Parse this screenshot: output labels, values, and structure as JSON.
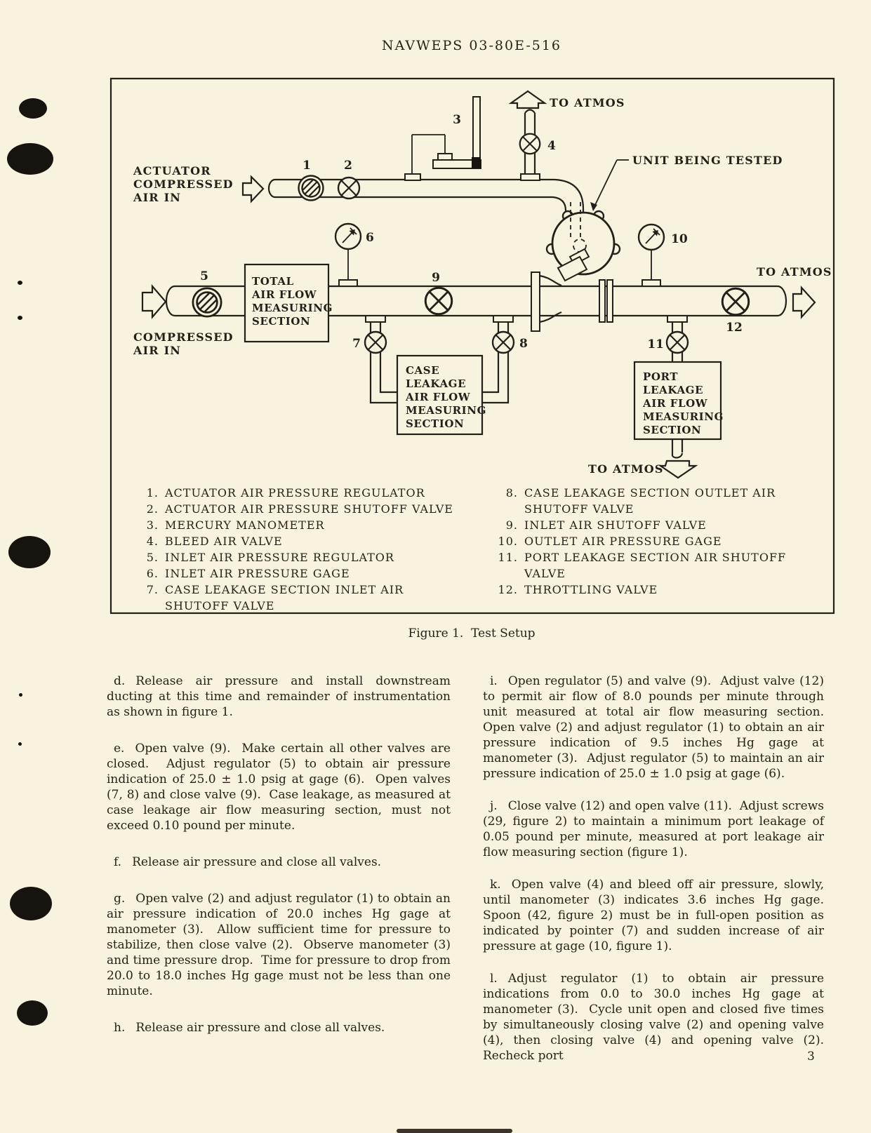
{
  "colors": {
    "paper": "#f8f3de",
    "ink": "#262219"
  },
  "header": {
    "doc_number": "NAVWEPS 03-80E-516"
  },
  "figure": {
    "caption": "Figure 1.  Test Setup",
    "diagram": {
      "to_atmos_top": "TO ATMOS",
      "to_atmos_right": "TO ATMOS",
      "to_atmos_bottom": "TO ATMOS",
      "unit_being_tested": "UNIT BEING TESTED",
      "actuator_air_in": [
        "ACTUATOR",
        "COMPRESSED",
        "AIR IN"
      ],
      "compressed_air_in": [
        "COMPRESSED",
        "AIR IN"
      ],
      "total_box": [
        "TOTAL",
        "AIR FLOW",
        "MEASURING",
        "SECTION"
      ],
      "case_box": [
        "CASE",
        "LEAKAGE",
        "AIR FLOW",
        "MEASURING",
        "SECTION"
      ],
      "port_box": [
        "PORT",
        "LEAKAGE",
        "AIR FLOW",
        "MEASURING",
        "SECTION"
      ],
      "callouts": {
        "n1": "1",
        "n2": "2",
        "n3": "3",
        "n4": "4",
        "n5": "5",
        "n6": "6",
        "n7": "7",
        "n8": "8",
        "n9": "9",
        "n10": "10",
        "n11": "11",
        "n12": "12"
      }
    },
    "legend_left": [
      {
        "num": "1.",
        "text": "ACTUATOR AIR PRESSURE REGULATOR"
      },
      {
        "num": "2.",
        "text": "ACTUATOR AIR PRESSURE SHUTOFF VALVE"
      },
      {
        "num": "3.",
        "text": "MERCURY MANOMETER"
      },
      {
        "num": "4.",
        "text": "BLEED AIR VALVE"
      },
      {
        "num": "5.",
        "text": "INLET AIR PRESSURE REGULATOR"
      },
      {
        "num": "6.",
        "text": "INLET AIR PRESSURE GAGE"
      },
      {
        "num": "7.",
        "text": "CASE LEAKAGE SECTION INLET AIR SHUTOFF VALVE"
      }
    ],
    "legend_right": [
      {
        "num": "8.",
        "text": "CASE LEAKAGE SECTION OUTLET AIR SHUTOFF VALVE"
      },
      {
        "num": "9.",
        "text": "INLET AIR SHUTOFF VALVE"
      },
      {
        "num": "10.",
        "text": "OUTLET AIR PRESSURE GAGE"
      },
      {
        "num": "11.",
        "text": "PORT LEAKAGE SECTION AIR SHUTOFF VALVE"
      },
      {
        "num": "12.",
        "text": "THROTTLING VALVE"
      }
    ]
  },
  "body": {
    "left": [
      {
        "label": "d.",
        "text": "Release air pressure and install downstream ducting at this time and remainder of instrumentation as shown in figure 1."
      },
      {
        "label": "e.",
        "text": "Open valve (9).  Make certain all other valves are closed.  Adjust regulator (5) to obtain air pressure indication of 25.0 ± 1.0 psig at gage (6).  Open valves (7, 8) and close valve (9).  Case leakage, as measured at case leakage air flow measuring section, must not exceed 0.10 pound per minute."
      },
      {
        "label": "f.",
        "text": "Release air pressure and close all valves."
      },
      {
        "label": "g.",
        "text": "Open valve (2) and adjust regulator (1) to obtain an air pressure indication of 20.0 inches Hg gage at manometer (3).  Allow sufficient time for pressure to stabilize, then close valve (2).  Observe manometer (3) and time pressure drop.  Time for pressure to drop from 20.0 to 18.0 inches Hg gage must not be less than one minute."
      },
      {
        "label": "h.",
        "text": "Release air pressure and close all valves."
      }
    ],
    "right": [
      {
        "label": "i.",
        "text": "Open regulator (5) and valve (9).  Adjust valve (12) to permit air flow of 8.0 pounds per minute through unit measured at total air flow measuring section.  Open valve (2) and adjust regulator (1) to obtain an air pressure indication of 9.5 inches Hg gage at manometer (3).  Adjust regulator (5) to maintain an air pressure indication of 25.0 ± 1.0 psig at gage (6)."
      },
      {
        "label": "j.",
        "text": "Close valve (12) and open valve (11).  Adjust screws (29, figure 2) to maintain a minimum port leakage of 0.05 pound per minute, measured at port leakage air flow measuring section (figure 1)."
      },
      {
        "label": "k.",
        "text": "Open valve (4) and bleed off air pressure, slowly, until manometer (3) indicates 3.6 inches Hg gage.  Spoon (42, figure 2) must be in full-open position as indicated by pointer (7) and sudden increase of air pressure at gage (10, figure 1)."
      },
      {
        "label": "l.",
        "text": "Adjust regulator (1) to obtain air pressure indications from 0.0 to 30.0 inches Hg gage at manometer (3).  Cycle unit open and closed five times by simultaneously closing valve (2) and opening valve (4), then closing valve (4) and opening valve (2).  Recheck port"
      }
    ]
  },
  "page_number": "3"
}
